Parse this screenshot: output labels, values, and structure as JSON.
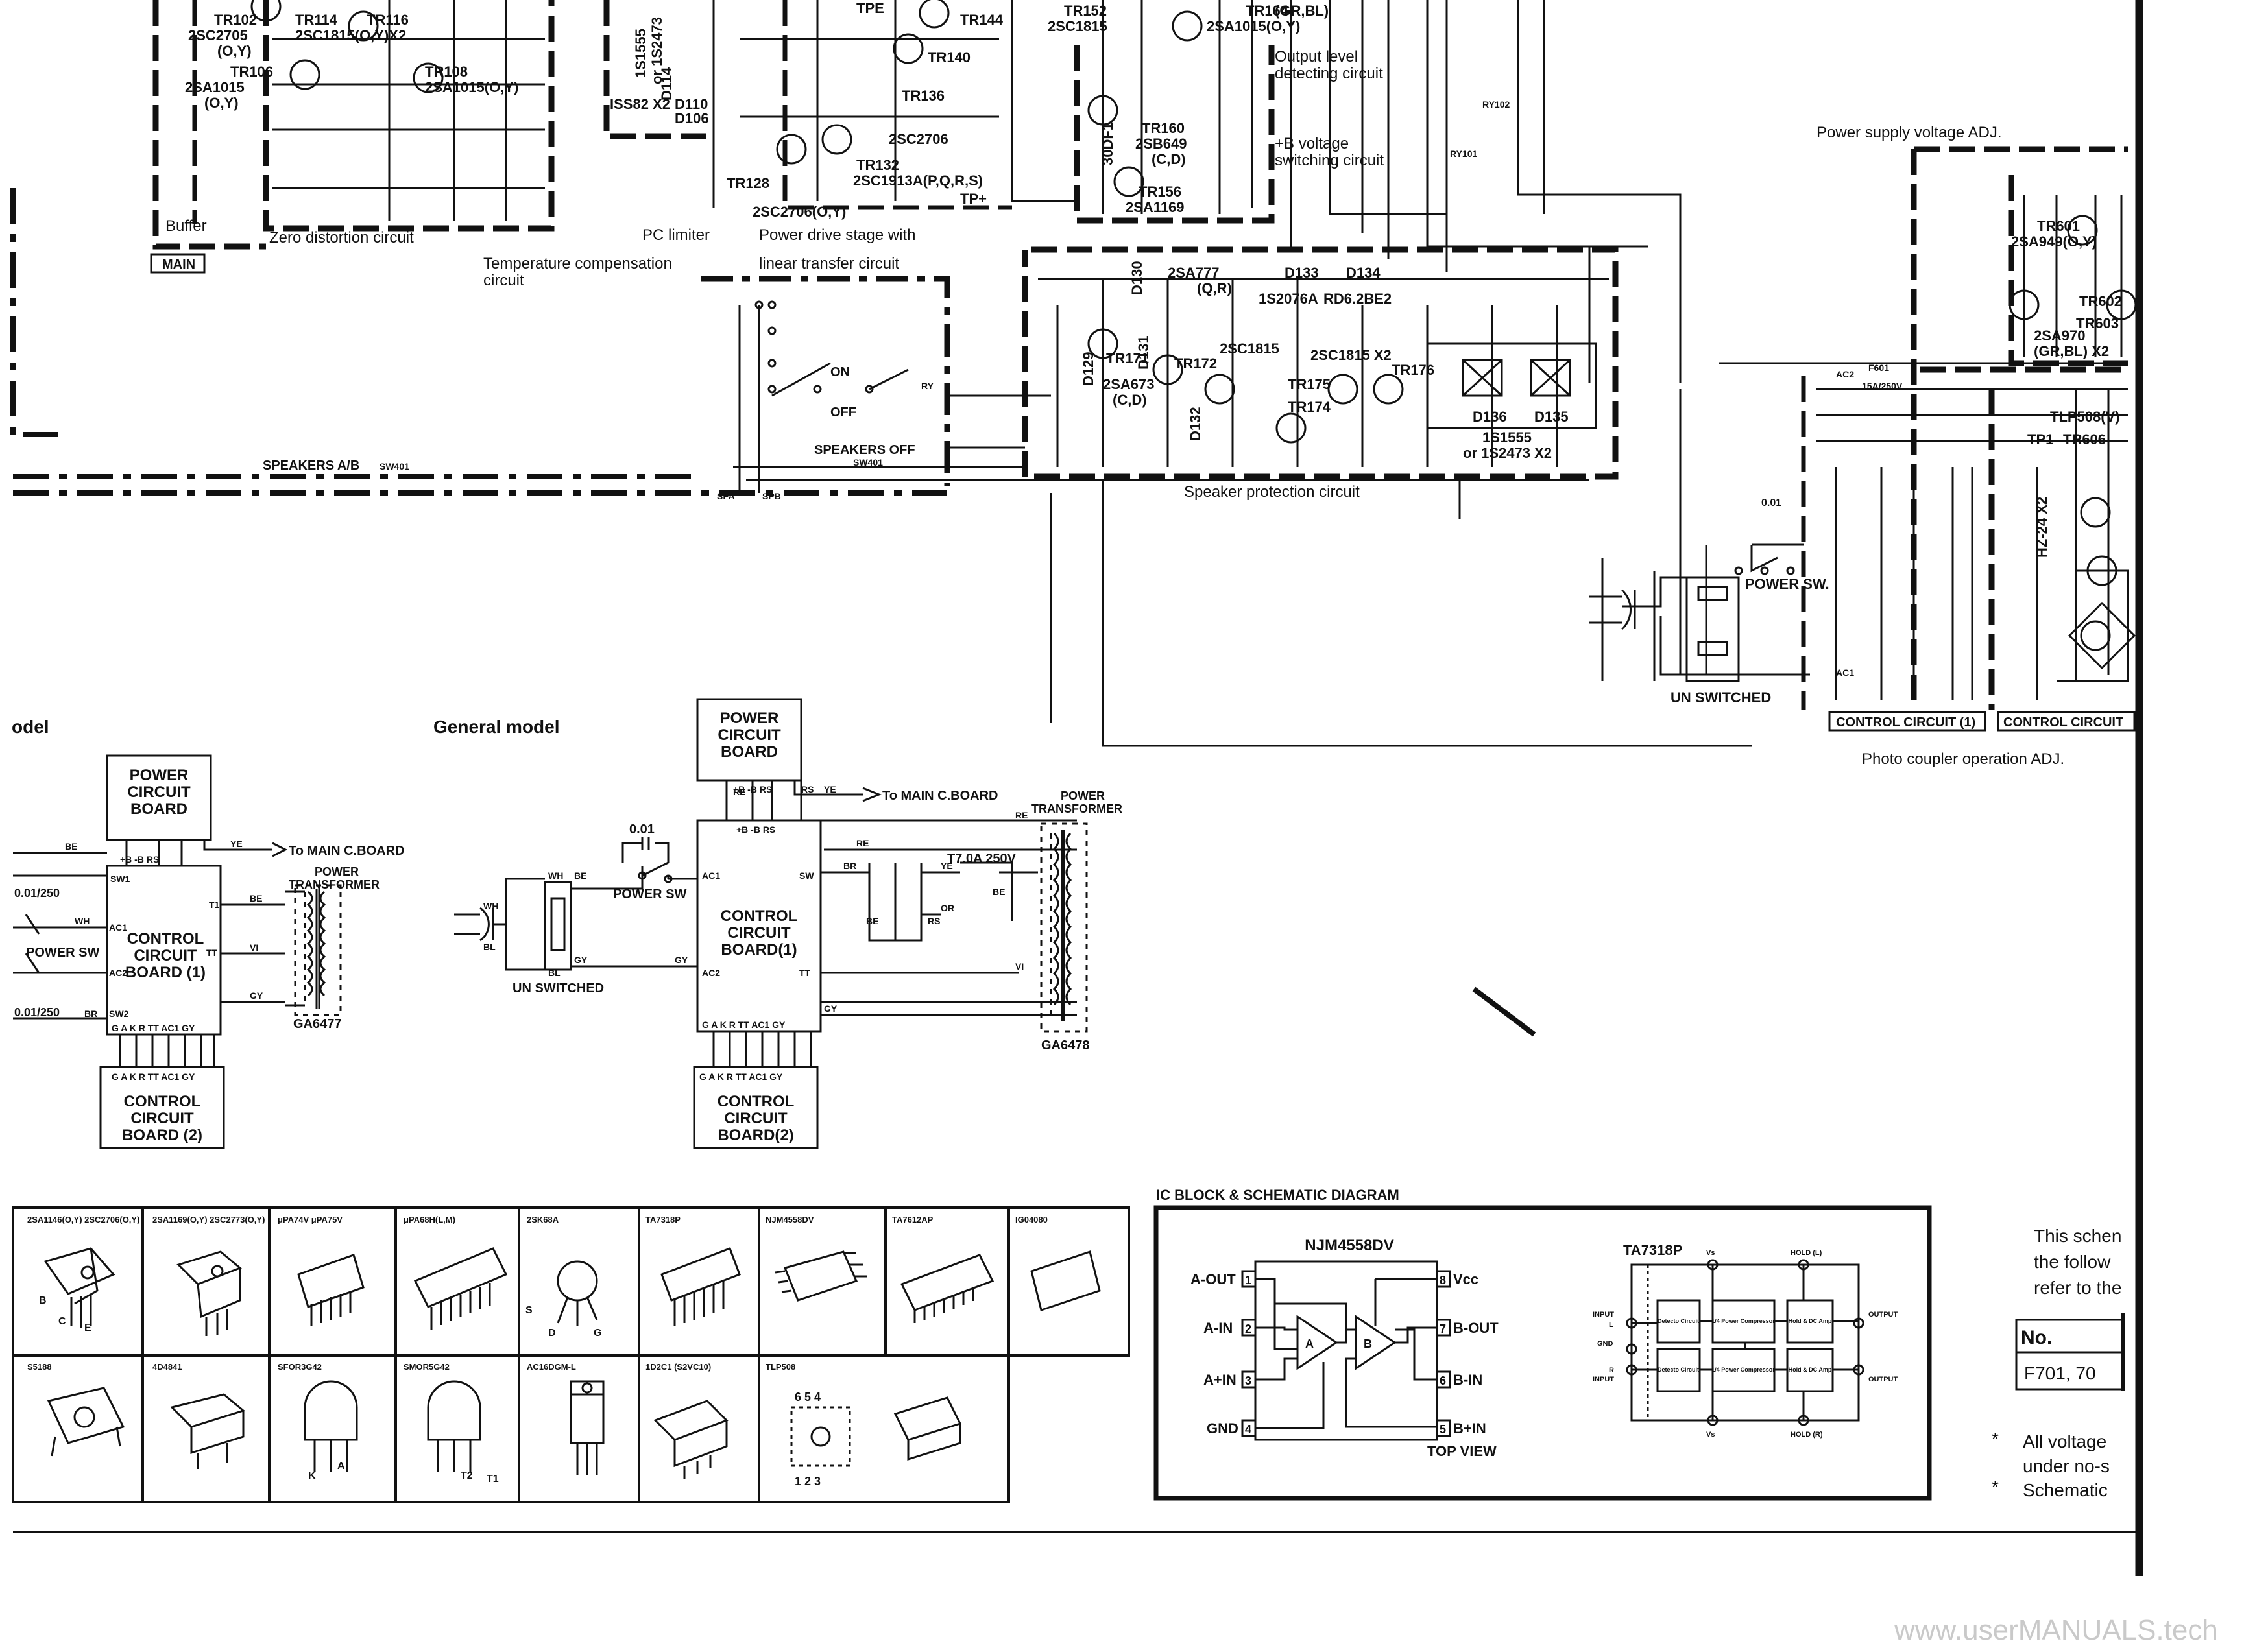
{
  "schematic": {
    "labels": {
      "tr102": "TR102",
      "tr102_type": "2SC2705",
      "tr102_grade": "(O,Y)",
      "tr106": "TR106",
      "tr106_type": "2SA1015",
      "tr106_grade": "(O,Y)",
      "tr114": "TR114",
      "tr116": "TR116",
      "tr114_116_type": "2SC1815(O,Y)X2",
      "tr108": "TR108",
      "tr108_type": "2SA1015(O,Y)",
      "d114": "D114",
      "diode_1s1555": "1S1555",
      "diode_1s2473": "or 1S2473",
      "d110": "D110",
      "d106": "D106",
      "iss82": "ISS82 X2",
      "tpe": "TPE",
      "tr144": "TR144",
      "tr140": "TR140",
      "tr136": "TR136",
      "tr132": "TR132",
      "tr132_type": "2SC1913A(P,Q,R,S)",
      "tr128": "TR128",
      "tr128_type": "2SC2706(O,Y)",
      "tr_2sc2706": "2SC2706",
      "tp_plus": "TP+",
      "tr152": "TR152",
      "tr152_type": "2SC1815",
      "tr164": "TR164",
      "tr164_type": "2SA1015(O,Y)",
      "tr164_grade": "(GR,BL)",
      "tr160": "TR160",
      "tr160_type": "2SB649",
      "tr160_grade": "(C,D)",
      "tr156": "TR156",
      "tr156_type": "2SA1169",
      "d126": "30DF1",
      "output_level": "Output level",
      "output_level2": "detecting circuit",
      "b_voltage": "+B voltage",
      "b_voltage2": "switching circuit",
      "buffer": "Buffer",
      "zero_distortion": "Zero distortion circuit",
      "pc_limiter": "PC limiter",
      "power_drive": "Power drive stage with",
      "main_tag": "MAIN",
      "temp_comp": "Temperature compensation",
      "temp_comp2": "circuit",
      "linear_transfer": "linear transfer circuit",
      "speakers_ab": "SPEAKERS A/B",
      "sw401": "SW401",
      "speakers_off": "SPEAKERS OFF",
      "sw401b": "SW401",
      "on": "ON",
      "off": "OFF",
      "spa": "SPA",
      "spb": "SPB",
      "ry": "RY",
      "ry102": "RY102",
      "ry101": "RY101",
      "tr171": "TR171",
      "tr171_type": "2SA673",
      "tr171_grade": "(C,D)",
      "tr172": "TR172",
      "tr173": "2SC1815",
      "tr175": "TR175",
      "tr174": "TR174",
      "tr176": "TR176",
      "tr176_type": "2SC1815 X2",
      "sa777": "2SA777",
      "sa777_grade": "(Q,R)",
      "d129": "D129",
      "d130": "D130",
      "d131": "D131",
      "d132": "D132",
      "d133": "D133",
      "d134": "D134",
      "s2076a": "1S2076A",
      "rd62": "RD6.2BE2",
      "d136": "D136",
      "d135": "D135",
      "d135_type": "1S1555",
      "d135_type2": "or 1S2473 X2",
      "speaker_protection": "Speaker protection circuit",
      "power_supply_adj": "Power supply voltage ADJ.",
      "tr601": "TR601",
      "tr601_type": "2SA949(O,Y)",
      "tr602": "TR602",
      "tr603": "TR603",
      "tr603_type": "2SA970",
      "tr603_grade": "(GR,BL) X2",
      "tlp508": "TLP508(V)",
      "tp1": "TP1",
      "tr606": "TR606",
      "hz24": "HZ-24 X2",
      "ac1": "AC1",
      "ac2": "AC2",
      "f601": "F601",
      "f601_rating": "15A/250V",
      "power_sw": "POWER SW.",
      "un_switched": "UN SWITCHED",
      "cap001": "0.01",
      "control_circuit_1": "CONTROL CIRCUIT (1)",
      "control_circuit": "CONTROL CIRCUIT",
      "photo_coupler": "Photo coupler operation ADJ."
    },
    "wiring_left": {
      "heading": "odel",
      "power_board": [
        "POWER",
        "CIRCUIT",
        "BOARD"
      ],
      "control1": [
        "CONTROL",
        "CIRCUIT",
        "BOARD (1)"
      ],
      "control2": [
        "CONTROL",
        "CIRCUIT",
        "BOARD (2)"
      ],
      "to_main": "To MAIN C.BOARD",
      "transformer": [
        "POWER",
        "TRANSFORMER"
      ],
      "part": "GA6477",
      "power_sw": "POWER SW",
      "cap1": "0.01/250",
      "cap2": "0.01/250",
      "pins_top": "+B  -B  RS",
      "pins_bottom": "G A K R TT AC1 GY",
      "wire_be": "BE",
      "wire_wh": "WH",
      "wire_br": "BR",
      "wire_gy": "GY",
      "wire_ye": "YE",
      "wire_vi": "VI",
      "pin_sw1": "SW1",
      "pin_sw2": "SW2",
      "pin_ac1": "AC1",
      "pin_ac2": "AC2",
      "pin_t": "T1",
      "pin_tt": "TT"
    },
    "wiring_general": {
      "heading": "General model",
      "power_board": [
        "POWER",
        "CIRCUIT",
        "BOARD"
      ],
      "control1": [
        "CONTROL",
        "CIRCUIT",
        "BOARD(1)"
      ],
      "control2": [
        "CONTROL",
        "CIRCUIT",
        "BOARD(2)"
      ],
      "to_main": "To MAIN C.BOARD",
      "transformer": [
        "POWER",
        "TRANSFORMER"
      ],
      "part": "GA6478",
      "power_sw": "POWER SW",
      "un_switched": "UN SWITCHED",
      "fuse": "T7.0A 250V",
      "cap": "0.01",
      "pins_top": "+B  -B  RS",
      "pins_bottom": "G A K R TT AC1 GY",
      "wire_re": "RE",
      "wire_wh": "WH",
      "wire_be": "BE",
      "wire_bl": "BL",
      "wire_gy": "GY",
      "wire_br": "BR",
      "wire_ye": "YE",
      "wire_or": "OR",
      "wire_rs": "RS",
      "wire_vi": "VI",
      "pin_ac1": "AC1",
      "pin_ac2": "AC2",
      "pin_sw": "SW",
      "pin_tt": "TT"
    },
    "component_table": {
      "row1": [
        "2SA1146(O,Y) 2SC2706(O,Y)",
        "2SA1169(O,Y) 2SC2773(O,Y)",
        "μPA74V μPA75V",
        "μPA68H(L,M)",
        "2SK68A",
        "TA7318P",
        "NJM4558DV",
        "TA7612AP",
        "IG04080"
      ],
      "row2": [
        "S5188",
        "4D4841",
        "SFOR3G42",
        "SMOR5G42",
        "AC16DGM-L",
        "1D2C1 (S2VC10)",
        "TLP508"
      ],
      "pin_s": "S",
      "pin_d": "D",
      "pin_g": "G",
      "pin_b": "B",
      "pin_c": "C",
      "pin_e": "E",
      "pin_a": "A",
      "pin_k": "K",
      "pin_t2": "T2",
      "pin_t1": "T1",
      "tlp_pins_top": "6  5  4",
      "tlp_pins_bot": "1  2  3"
    },
    "ic_block": {
      "heading": "IC BLOCK & SCHEMATIC DIAGRAM",
      "njm_title": "NJM4558DV",
      "njm_pins_left": [
        "A-OUT",
        "A-IN",
        "A+IN",
        "GND"
      ],
      "njm_pins_left_num": [
        "1",
        "2",
        "3",
        "4"
      ],
      "njm_pins_right": [
        "Vcc",
        "B-OUT",
        "B-IN",
        "B+IN"
      ],
      "njm_pins_right_num": [
        "8",
        "7",
        "6",
        "5"
      ],
      "amp_a": "A",
      "amp_b": "B",
      "top_view": "TOP VIEW",
      "ta_title": "TA7318P",
      "ta_blocks_top": [
        "Detecto Circuit",
        "1/4 Power Compressor",
        "Hold & DC Amp"
      ],
      "ta_blocks_bot": [
        "Detecto Circuit",
        "1/4 Power Compressor",
        "Hold & DC Amp"
      ],
      "ta_input_l": "INPUT",
      "ta_l": "L",
      "ta_gnd": "GND",
      "ta_input_r": "INPUT",
      "ta_r": "R",
      "ta_output_l": "OUTPUT",
      "ta_output_r": "OUTPUT",
      "ta_hold_l": "HOLD (L)",
      "ta_hold_r": "HOLD (R)",
      "ta_vs_top": "Vs",
      "ta_vs_bot": "Vs"
    },
    "notes": {
      "line1": "This schen",
      "line2": "the follow",
      "line3": "refer to the",
      "table_header": "No.",
      "table_cell": "F701, 70",
      "bullet1a": "All voltage",
      "bullet1b": "under no-s",
      "bullet2": "Schematic",
      "star": "*"
    },
    "watermark": "www.userMANUALS.tech"
  }
}
